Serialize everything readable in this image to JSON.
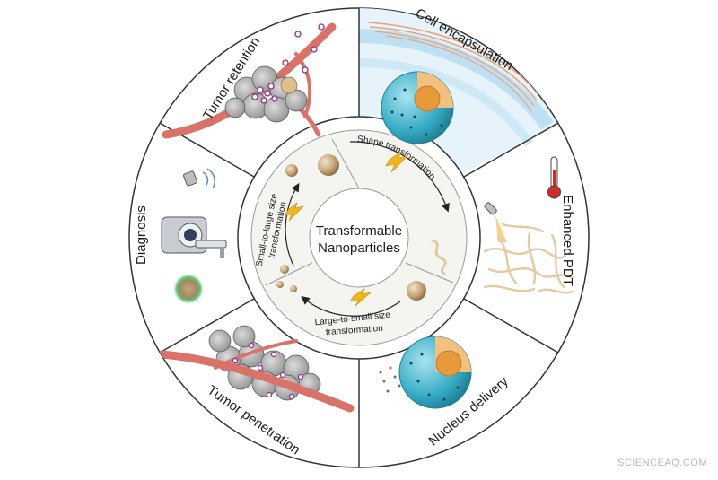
{
  "center": {
    "title_line1": "Transformable",
    "title_line2": "Nanoparticles"
  },
  "inner_labels": {
    "shape": "Shape transformation",
    "small_to_large_1": "Small-to-large size",
    "small_to_large_2": "transformation",
    "large_to_small_1": "Large-to-small size",
    "large_to_small_2": "transformation"
  },
  "sectors": {
    "tumor_retention": "Tumor retention",
    "cell_encapsulation": "Cell encapsulation",
    "enhanced_pdt": "Enhanced PDT",
    "nucleus_delivery": "Nucleus delivery",
    "tumor_penetration": "Tumor penetration",
    "diagnosis": "Diagnosis"
  },
  "watermark": "SCIENCEAQ.COM",
  "colors": {
    "vessel": "#d9736a",
    "vessel_dark": "#b5483f",
    "nanoparticle": "#c7a57a",
    "sphere_blue": "#33aac4",
    "sphere_core": "#e79a3c",
    "lightning": "#f2b51c",
    "fiber": "#e3caa0",
    "cell_gray": "#9a9a9a",
    "membrane_blue": "#bfe0f2"
  }
}
